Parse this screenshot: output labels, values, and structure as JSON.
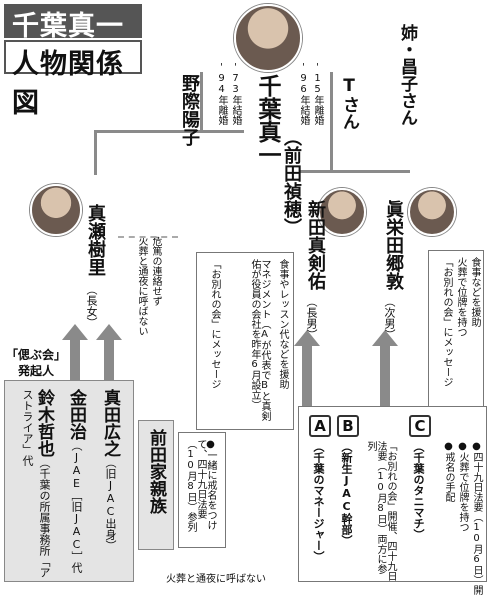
{
  "title": {
    "line1": "千葉真一",
    "line2": "人物関係図"
  },
  "center": {
    "name": "千葉真一",
    "real_name": "（前田禎穂）"
  },
  "sister": "姉・昌子さん",
  "nogiwa": {
    "name": "野際陽子",
    "marriage": "'73年結婚",
    "divorce": "'94年離婚"
  },
  "t_san": {
    "name": "Tさん",
    "marriage": "'96年結婚",
    "divorce": "'15年離婚"
  },
  "mase": {
    "name": "真瀬樹里",
    "rel": "（長女）"
  },
  "mase_note": "危篤の連絡せず\n火葬と通夜に呼ばない",
  "arata": {
    "name": "新田真剣佑",
    "rel": "（長男）"
  },
  "goya": {
    "name": "眞栄田郷敦",
    "rel": "（次男）"
  },
  "arata_notes": [
    {
      "icon": "up-icon",
      "text": "食事やレッスン代などを援助"
    },
    {
      "icon": "up-icon",
      "text": "マネジメント（Aが代表でBと真剣佑が役員の会社を昨年6月設立）"
    },
    {
      "icon": "down-icon",
      "text": "「お別れの会」にメッセージ"
    }
  ],
  "goya_notes": [
    {
      "icon": "up-icon",
      "text": "食事などを援助"
    },
    {
      "icon": "down-icon",
      "text": "火葬で位牌を持つ"
    },
    {
      "icon": "down-icon",
      "text": "「お別れの会」にメッセージ"
    }
  ],
  "shinobukai": {
    "label": "「偲ぶ会」",
    "sub": "発起人"
  },
  "promoters": [
    {
      "name": "真田広之",
      "rel": "（旧JAC出身）"
    },
    {
      "name": "金田治",
      "rel": "（JAE［旧JAC］代"
    },
    {
      "name": "鈴木哲也",
      "rel": "（千葉の所属事務所「アストライア」代"
    }
  ],
  "maeda": {
    "name": "前田家親族"
  },
  "maeda_note": "●一緒に戒名をつけて、四十九日法要（10月8日）参列",
  "bottom_note": "火葬と通夜に呼ばない",
  "staff": [
    {
      "badge": "A",
      "name": "（千葉のマネージャー）"
    },
    {
      "badge": "B",
      "name": "（新生JAC幹部）"
    },
    {
      "badge": "C",
      "name": "（千葉のタニマチ）"
    }
  ],
  "staff_notes": [
    "「お別れの会」開催、四十九日法要（10月8日）両方に参列",
    "●四十九日法要（10月6日）開",
    "●火葬で位牌を持つ",
    "●戒名の手配"
  ]
}
